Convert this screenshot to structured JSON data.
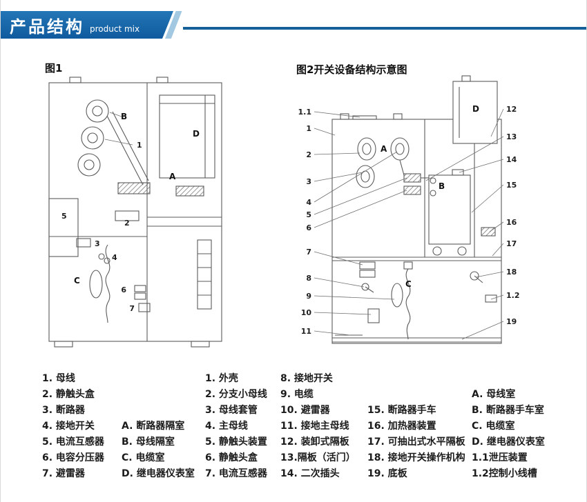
{
  "header": {
    "title": "产品结构",
    "subtitle": "product mix"
  },
  "figures": {
    "fig1": {
      "caption": "图1",
      "labels": [
        "1",
        "2",
        "3",
        "4",
        "5",
        "6",
        "7",
        "A",
        "B",
        "C",
        "D"
      ]
    },
    "fig2": {
      "caption": "图2开关设备结构示意图",
      "callouts_left": [
        "1.1",
        "1",
        "2",
        "3",
        "4",
        "5",
        "6",
        "7",
        "8",
        "9",
        "10",
        "11"
      ],
      "callouts_right": [
        "12",
        "13",
        "14",
        "15",
        "16",
        "17",
        "18",
        "1.2",
        "19"
      ],
      "compartments": [
        "A",
        "B",
        "C",
        "D"
      ]
    }
  },
  "legend": {
    "col1": [
      "1. 母线",
      "2. 静触头盒",
      "3. 断路器",
      "4. 接地开关",
      "5. 电流互感器",
      "6. 电容分压器",
      "7. 避雷器"
    ],
    "col1b": [
      "A. 断路器隔室",
      "B. 母线隔室",
      "C. 电缆室",
      "D. 继电器仪表室"
    ],
    "col2": [
      "1. 外壳",
      "2. 分支小母线",
      "3. 母线套管",
      "4. 主母线",
      "5. 静触头装置",
      "6. 静触头盒",
      "7. 电流互感器"
    ],
    "col3": [
      "8. 接地开关",
      "9. 电缆",
      "10. 避雷器",
      "11. 接地主母线",
      "12. 装卸式隔板",
      "13.隔板（活门）",
      "14. 二次插头"
    ],
    "col4": [
      "15. 断路器手车",
      "16. 加热器装置",
      "17. 可抽出式水平隔板",
      "18. 接地开关操作机构",
      "19. 底板"
    ],
    "col5": [
      "A. 母线室",
      "B. 断路器手车室",
      "C. 电缆室",
      "D. 继电器仪表室",
      "1.1泄压装置",
      "1.2控制小线槽"
    ]
  },
  "colors": {
    "banner_blue": "#0f5a9e",
    "banner_accent": "#a3c8e2"
  }
}
